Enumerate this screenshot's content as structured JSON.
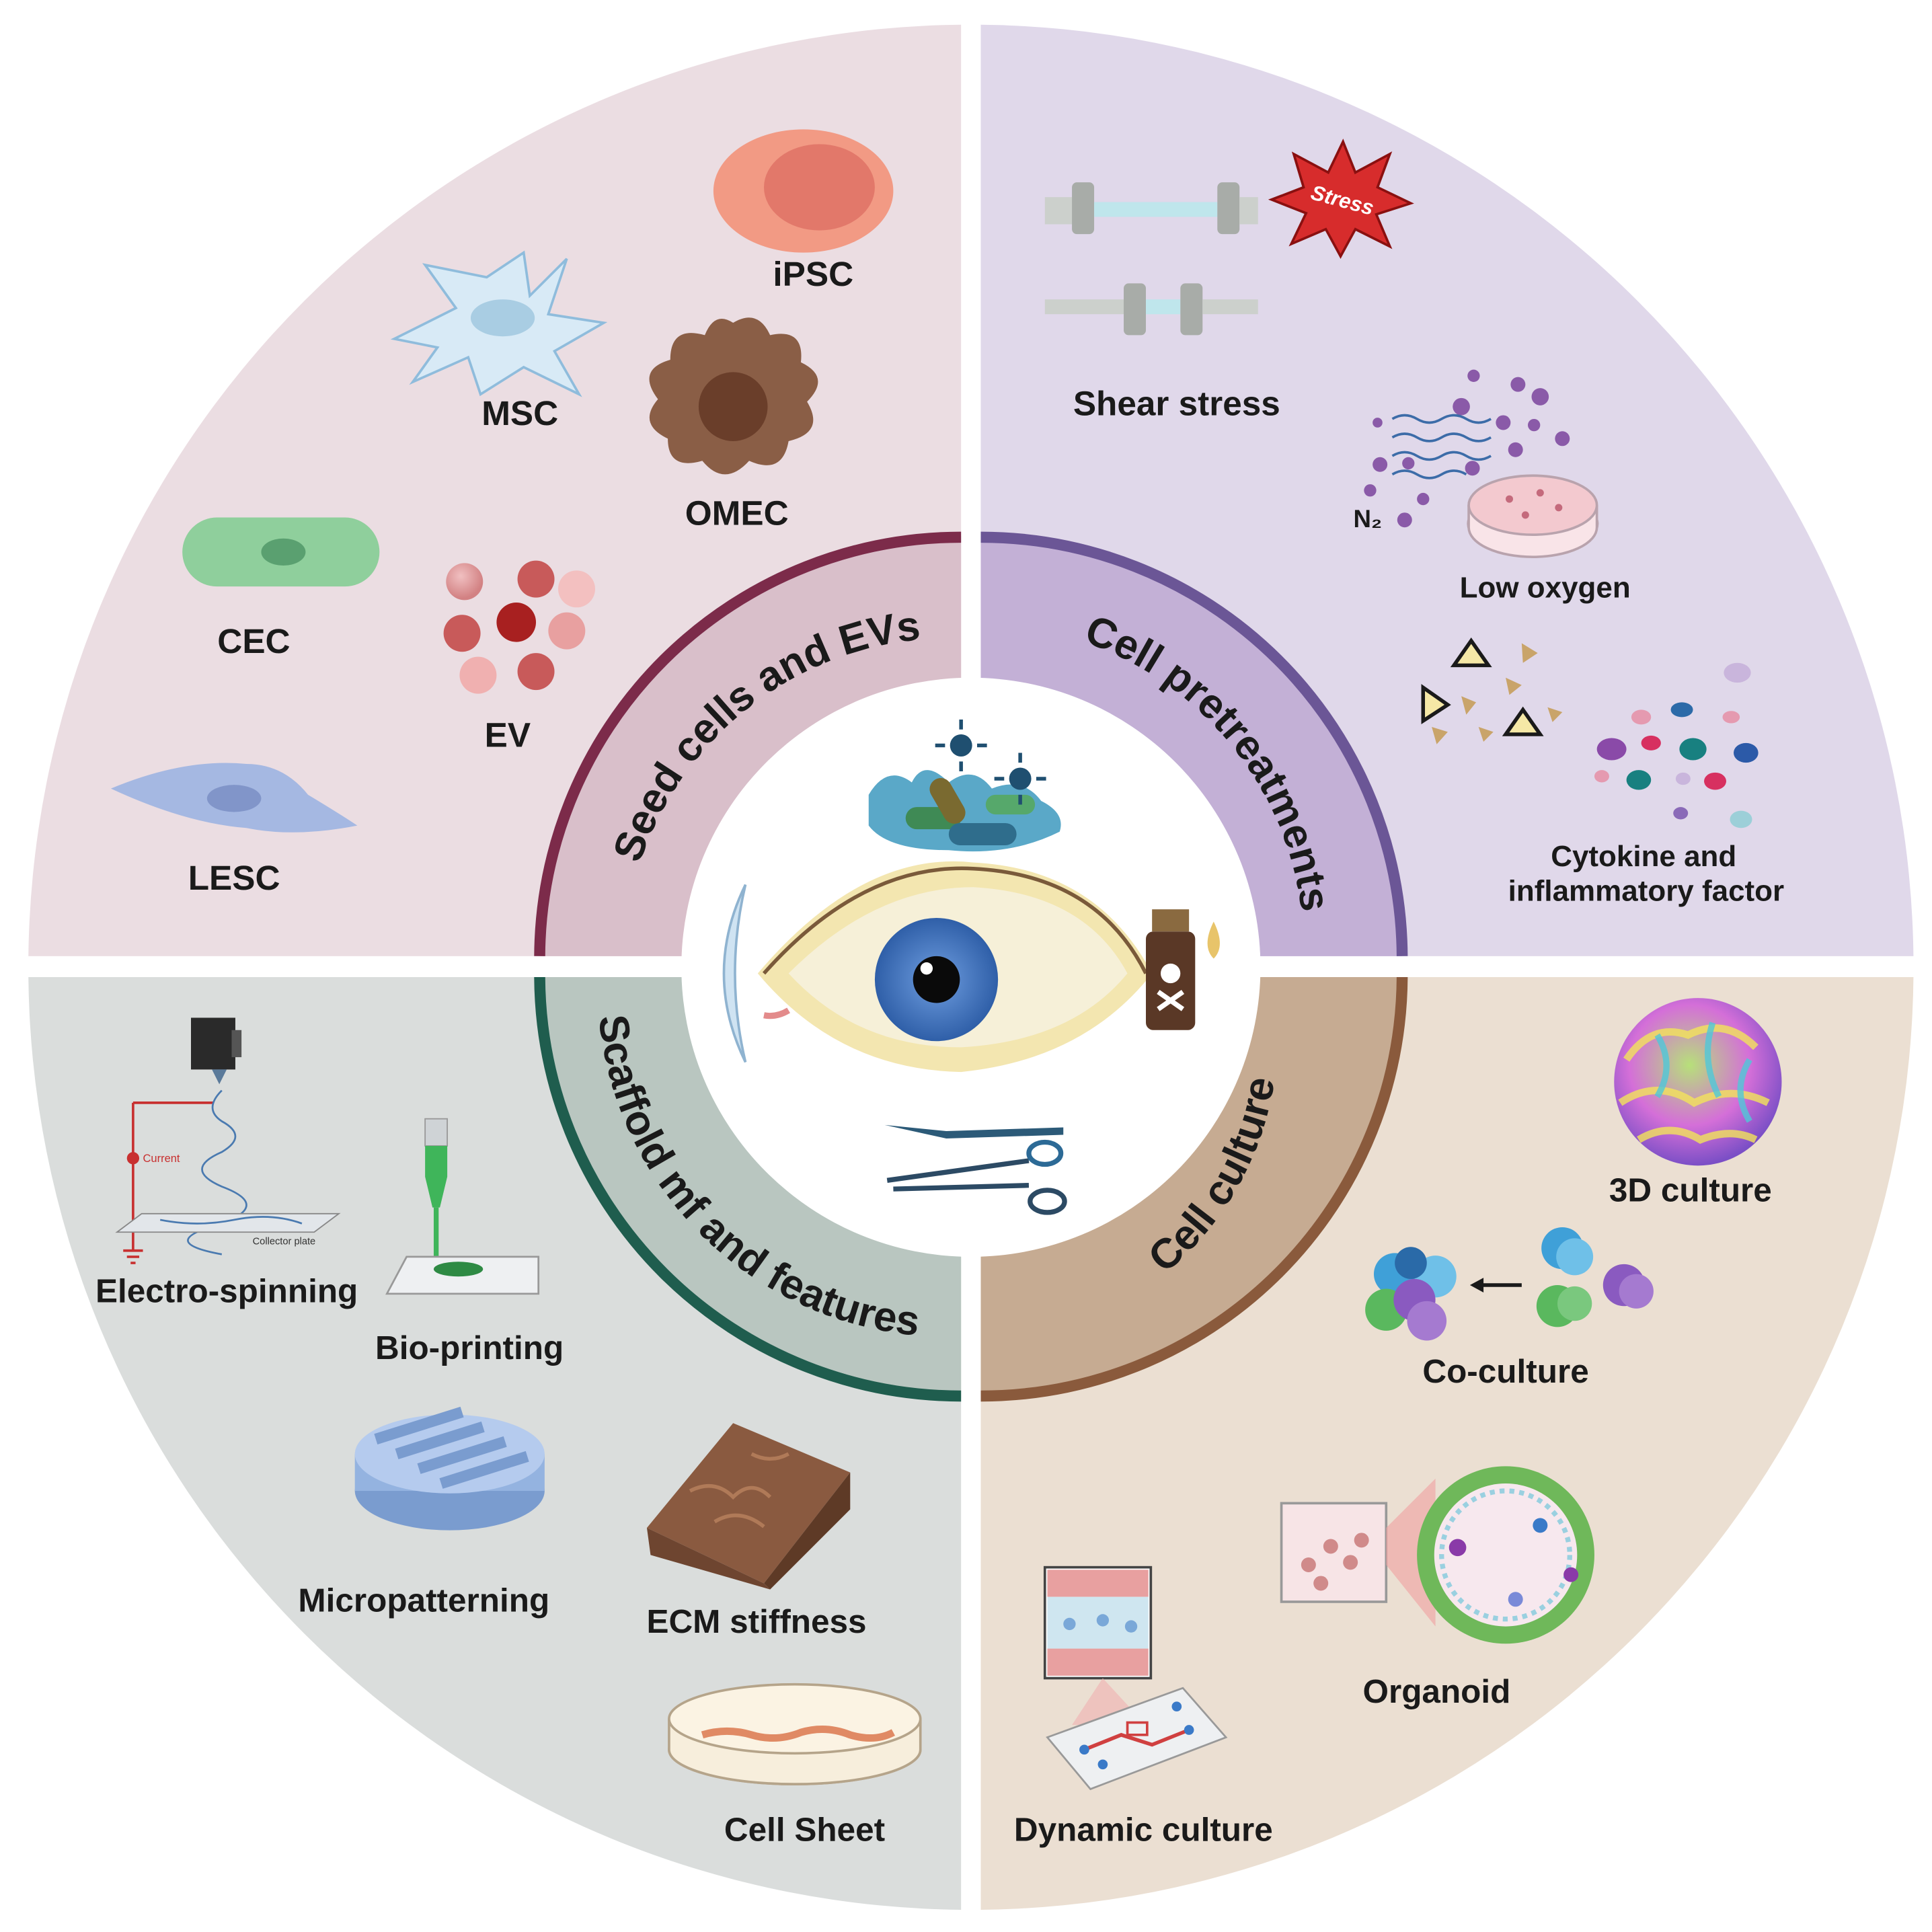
{
  "quadrants": {
    "seed": {
      "title": "Seed cells and EVs",
      "items": {
        "ipsc": "iPSC",
        "msc": "MSC",
        "omec": "OMEC",
        "cec": "CEC",
        "ev": "EV",
        "lesc": "LESC"
      }
    },
    "pretreat": {
      "title": "Cell pretreatments",
      "items": {
        "stress_badge": "Stress",
        "shear": "Shear stress",
        "n2": "N₂",
        "low_oxygen": "Low oxygen",
        "cytokine_1": "Cytokine and",
        "cytokine_2": "inflammatory factor"
      }
    },
    "scaffold": {
      "title": "Scaffold mf and features",
      "items": {
        "electro": "Electro-spinning",
        "current": "Current",
        "collector": "Collector plate",
        "bioprint": "Bio-printing",
        "micro": "Micropatterning",
        "ecm": "ECM stiffness",
        "sheet": "Cell Sheet"
      }
    },
    "culture": {
      "title": "Cell culture",
      "items": {
        "three_d": "3D culture",
        "coculture": "Co-culture",
        "organoid": "Organoid",
        "dynamic": "Dynamic culture"
      }
    }
  },
  "colors": {
    "seed_bg": "#ebdde2",
    "seed_ring": "#d9bfca",
    "seed_arc": "#7c2b4a",
    "pretreat_bg": "#e0d8ea",
    "pretreat_ring": "#c3b0d6",
    "pretreat_arc": "#6b5696",
    "scaffold_bg": "#dadddc",
    "scaffold_ring": "#b9c6c0",
    "scaffold_arc": "#1f5d4e",
    "culture_bg": "#ebdfd2",
    "culture_ring": "#c6ab92",
    "culture_arc": "#8a5a3c"
  },
  "center_icons": [
    "microbes-icon",
    "eye-icon",
    "contact-lens-icon",
    "poison-bottle-icon",
    "scalpel-icon",
    "scissors-icon"
  ]
}
